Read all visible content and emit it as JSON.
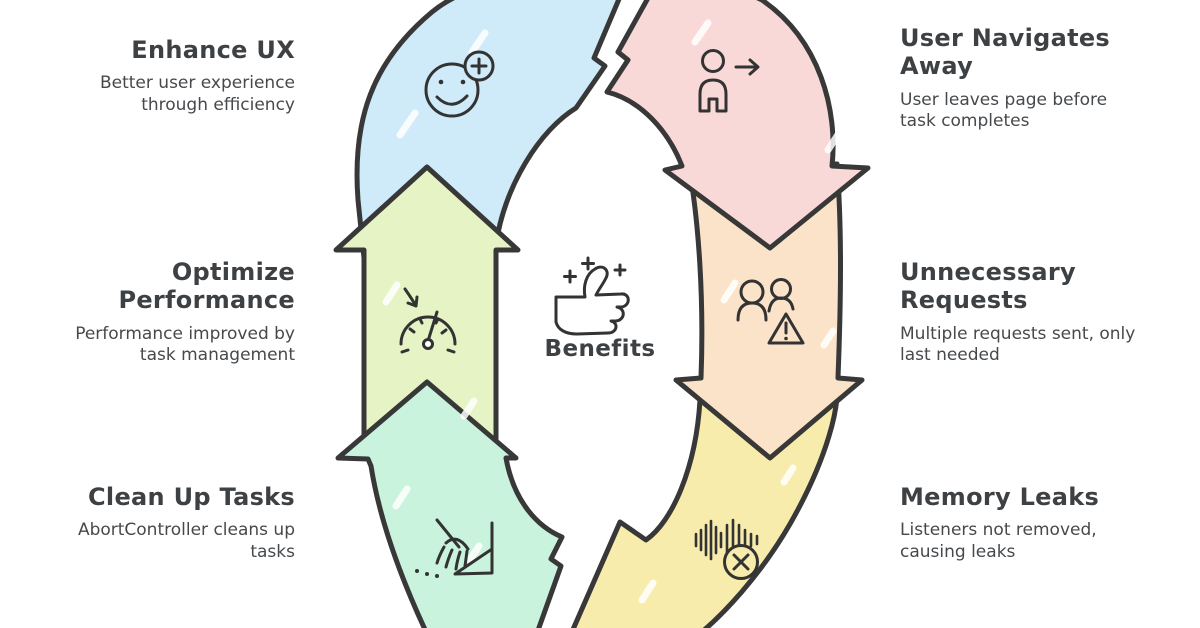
{
  "center": {
    "label": "Benefits",
    "icon": "thumbs-up-sparkles-icon"
  },
  "items": [
    {
      "id": "enhance-ux",
      "side": "left",
      "title": "Enhance UX",
      "description": "Better user experience through efficiency",
      "color": "#cfeaf8",
      "icon": "smiley-plus-icon"
    },
    {
      "id": "optimize-performance",
      "side": "left",
      "title": "Optimize Performance",
      "description": "Performance improved by task management",
      "color": "#e6f3c4",
      "icon": "speedometer-icon"
    },
    {
      "id": "clean-up-tasks",
      "side": "left",
      "title": "Clean Up Tasks",
      "description": "AbortController cleans up tasks",
      "color": "#c9f3dc",
      "icon": "broom-icon"
    },
    {
      "id": "user-navigates-away",
      "side": "right",
      "title": "User Navigates Away",
      "description": "User leaves page before task completes",
      "color": "#f9d9d8",
      "icon": "person-leaving-icon"
    },
    {
      "id": "unnecessary-requests",
      "side": "right",
      "title": "Unnecessary Requests",
      "description": "Multiple requests sent, only last needed",
      "color": "#fae3c8",
      "icon": "users-warning-icon"
    },
    {
      "id": "memory-leaks",
      "side": "right",
      "title": "Memory Leaks",
      "description": "Listeners not removed, causing leaks",
      "color": "#f7ecab",
      "icon": "sound-mute-icon"
    }
  ],
  "colors": {
    "outline": "#383838",
    "icon": "#333333",
    "text_title": "#3e4144",
    "text_body": "#46494c",
    "background": "#ffffff"
  }
}
